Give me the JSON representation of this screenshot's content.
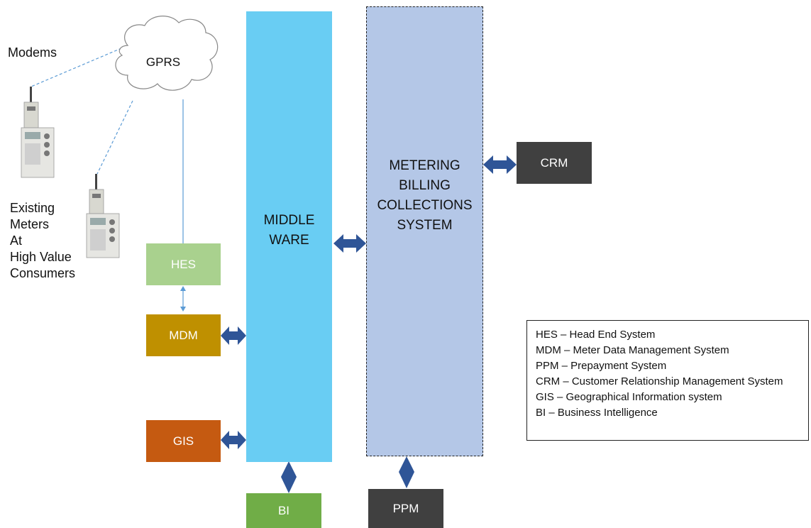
{
  "labels": {
    "modems": "Modems",
    "existing_meters": [
      "Existing",
      "Meters",
      "At",
      "High Value",
      "Consumers"
    ]
  },
  "cloud": {
    "label": "GPRS"
  },
  "middleware": {
    "label": "MIDDLE\nWARE",
    "color": "#69cdf3"
  },
  "mbcs": {
    "label": "METERING\nBILLING\nCOLLECTIONS\nSYSTEM",
    "color": "#b4c7e7"
  },
  "boxes": {
    "hes": {
      "label": "HES",
      "color": "#a9d18e"
    },
    "mdm": {
      "label": "MDM",
      "color": "#bf9000"
    },
    "gis": {
      "label": "GIS",
      "color": "#c55a11"
    },
    "bi": {
      "label": "BI",
      "color": "#70ad47"
    },
    "ppm": {
      "label": "PPM",
      "color": "#404040"
    },
    "crm": {
      "label": "CRM",
      "color": "#404040"
    }
  },
  "arrow_color": "#2f5597",
  "legend": {
    "items": [
      "HES – Head End System",
      "MDM – Meter Data Management System",
      "PPM – Prepayment System",
      "CRM – Customer Relationship Management System",
      "GIS – Geographical Information system",
      "BI – Business Intelligence"
    ]
  }
}
